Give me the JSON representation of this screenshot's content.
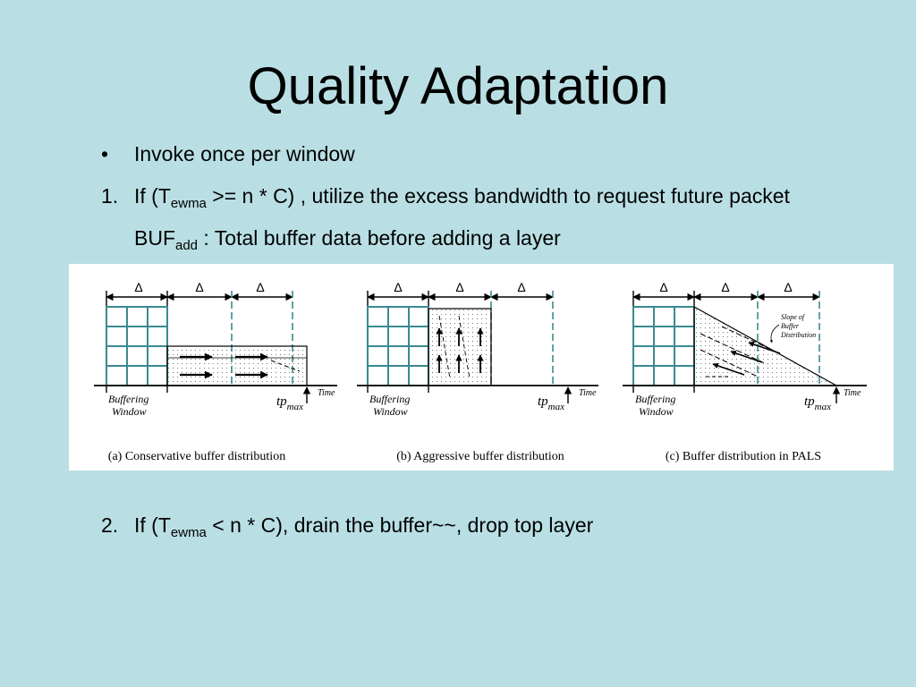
{
  "slide": {
    "title": "Quality Adaptation",
    "bullet1": {
      "marker": "•",
      "text": "Invoke once per window"
    },
    "item1": {
      "num": "1.",
      "pre": "If (T",
      "sub": "ewma",
      "post": " >= n * C) , utilize the excess bandwidth to request future packet"
    },
    "item1b": {
      "pre": "BUF",
      "sub": "add",
      "post": " : Total buffer data before adding a layer"
    },
    "item2": {
      "num": "2.",
      "pre": "If (T",
      "sub": "ewma",
      "post": " < n * C), drain the buffer~~, drop top layer"
    }
  },
  "figure": {
    "delta": "Δ",
    "time_label": "Time",
    "window_label_1": "Buffering",
    "window_label_2": "Window",
    "tp_label": "tp",
    "tp_sub": "max",
    "slope_label_1": "Slope of",
    "slope_label_2": "Buffer",
    "slope_label_3": "Distribution",
    "captions": [
      "(a) Conservative buffer distribution",
      "(b) Aggressive buffer distribution",
      "(c) Buffer distribution in PALS"
    ],
    "grid_color": "#3a8a8f"
  }
}
